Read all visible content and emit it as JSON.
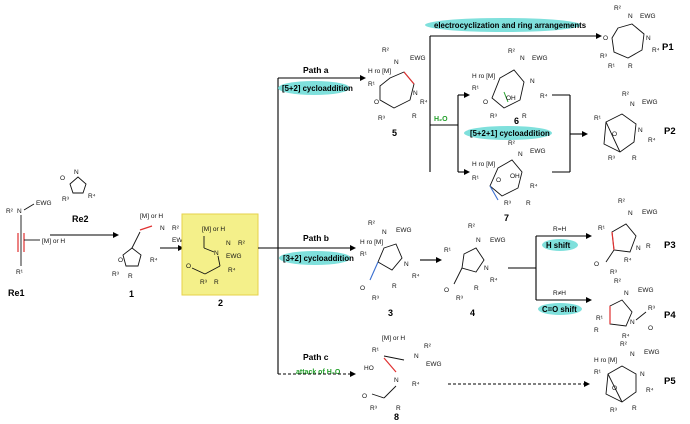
{
  "colors": {
    "pill_fill": "#7fe0dc",
    "highlight_box": "#f4f08a",
    "highlight_border": "#e6d24a",
    "accent_red": "#e03030",
    "accent_blue": "#3a6fd0",
    "accent_green": "#22a02a"
  },
  "reactants": {
    "re1": "Re1",
    "re2": "Re2",
    "metal_or_h": "[M] or H",
    "r1": "R¹",
    "r2": "R²",
    "r3": "R³",
    "r4": "R⁴",
    "ewg": "EWG",
    "n": "N",
    "o": "O"
  },
  "compounds": {
    "c1": "1",
    "c2": "2",
    "c3": "3",
    "c4": "4",
    "c5": "5",
    "c6": "6",
    "c7": "7",
    "c8": "8",
    "r": "R",
    "h_ro_m": "H ro [M]",
    "oh": "OH",
    "ho": "HO"
  },
  "paths": {
    "a": "Path a",
    "b": "Path b",
    "c": "Path c",
    "a_pill": "[5+2] cycloaddition",
    "b_pill": "[3+2] cycloaddition",
    "c_green": "attack of H₂O",
    "electro_pill": "electrocyclization and ring arrangements",
    "h2o": "H₂O",
    "cyclo521_pill": "[5+2+1] cycloaddition",
    "r_eq_h": "R=H",
    "h_shift_pill": "H shift",
    "r_neq_h": "R≠H",
    "co_shift_pill": "C=O shift"
  },
  "products": {
    "p1": "P1",
    "p2": "P2",
    "p3": "P3",
    "p4": "P4",
    "p5": "P5"
  }
}
